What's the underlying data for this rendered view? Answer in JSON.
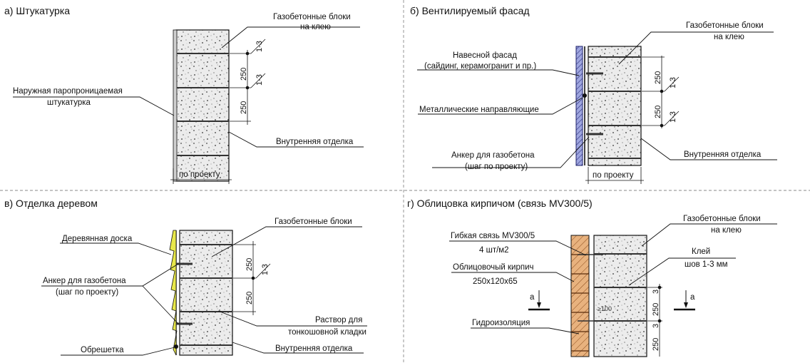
{
  "panels": {
    "a": {
      "title": "а) Штукатурка",
      "labels": {
        "blocks_line1": "Газобетонные блоки",
        "blocks_line2": "на клею",
        "plaster_line1": "Наружная паропроницаемая",
        "plaster_line2": "штукатурка",
        "inner": "Внутренняя отделка",
        "by_project": "по проекту"
      },
      "dims": [
        "1-3",
        "250",
        "1-3",
        "250"
      ]
    },
    "b": {
      "title": "б) Вентилируемый фасад",
      "labels": {
        "blocks_line1": "Газобетонные блоки",
        "blocks_line2": "на клею",
        "facade_line1": "Навесной фасад",
        "facade_line2": "(сайдинг, керамогранит и пр.)",
        "guides": "Металлические направляющие",
        "anchor_line1": "Анкер для газобетона",
        "anchor_line2": "(шаг по проекту)",
        "inner": "Внутренняя отделка",
        "by_project": "по проекту"
      },
      "dims": [
        "250",
        "1-3",
        "250",
        "1-3"
      ]
    },
    "c": {
      "title": "в) Отделка деревом",
      "labels": {
        "blocks": "Газобетонные блоки",
        "board": "Деревянная доска",
        "anchor_line1": "Анкер для газобетона",
        "anchor_line2": "(шаг по проекту)",
        "mortar_line1": "Раствор для",
        "mortar_line2": "тонкошовной кладки",
        "lathing": "Обрешетка",
        "inner": "Внутренняя отделка"
      },
      "dims": [
        "250",
        "1-3",
        "250"
      ]
    },
    "d": {
      "title": "г) Облицовка кирпичом (связь MV300/5)",
      "labels": {
        "blocks_line1": "Газобетонные блоки",
        "blocks_line2": "на клею",
        "tie_line1": "Гибкая связь MV300/5",
        "tie_line2": "4 шт/м2",
        "glue_line1": "Клей",
        "glue_line2": "шов 1-3 мм",
        "brick_line1": "Облицовочый кирпич",
        "brick_line2": "250х120х65",
        "waterproof": "Гидроизоляция",
        "section_left": "а",
        "section_right": "а",
        "small_mark": "≥100"
      },
      "dims": [
        "3",
        "250",
        "3",
        "250"
      ]
    }
  },
  "colors": {
    "ink": "#111111",
    "concrete": "#e9e9e9",
    "cladding": "#9fa6e0",
    "wood": "#e8e84a",
    "brick": "#e8b27e"
  }
}
